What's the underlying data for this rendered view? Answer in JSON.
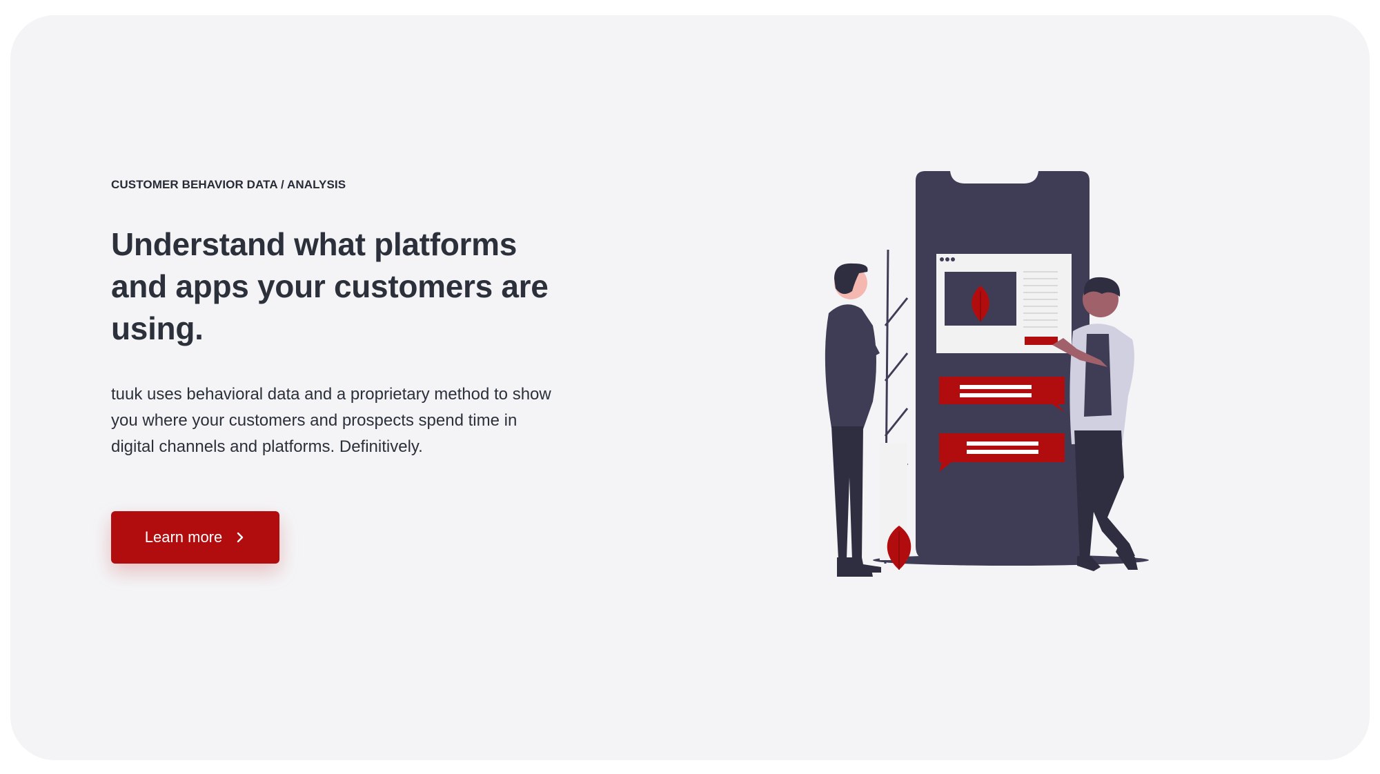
{
  "hero": {
    "eyebrow": "CUSTOMER BEHAVIOR DATA / ANALYSIS",
    "headline": "Understand what platforms and apps your customers are using.",
    "body": "tuuk uses behavioral data and a proprietary method to show you where your customers and prospects spend time in digital channels and platforms. Definitively.",
    "cta_label": "Learn more",
    "cta_icon": "chevron-right-icon"
  },
  "colors": {
    "card_bg": "#f4f4f6",
    "accent": "#b10d0f",
    "text": "#2b303b",
    "phone": "#3f3d56"
  },
  "illustration": {
    "icons": [
      "phone-illustration",
      "person-left-illustration",
      "person-right-illustration",
      "leaf-icon",
      "chat-bubble-icon"
    ]
  }
}
